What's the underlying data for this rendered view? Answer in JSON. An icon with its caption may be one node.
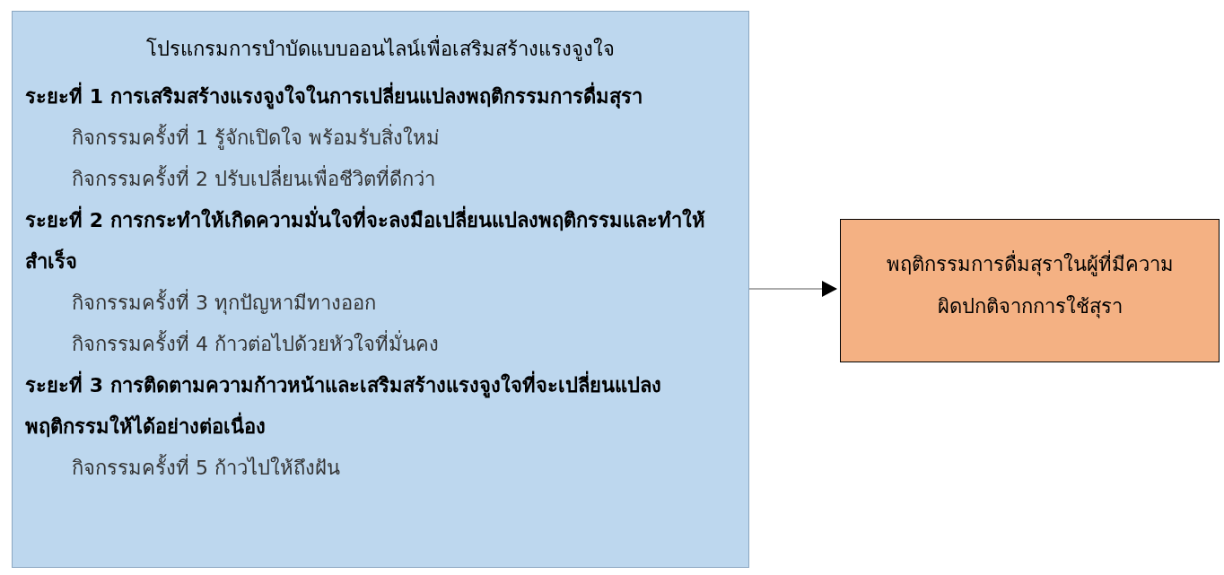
{
  "diagram": {
    "nodes": [
      {
        "text": [
          "โปรแกรมการบำบัดแบบออนไลน์เพื่อเสริมสร้างแรงจูงใจ",
          "ระยะที่ 1 การเสริมสร้างแรงจูงใจในการเปลี่ยนแปลงพฤติกรรมการดื่มสุรา",
          "กิจกรรมครั้งที่ 1 รู้จักเปิดใจ พร้อมรับสิ่งใหม่",
          "กิจกรรมครั้งที่ 2 ปรับเปลี่ยนเพื่อชีวิตที่ดีกว่า",
          "ระยะที่ 2 การกระทำให้เกิดความมั่นใจที่จะลงมือเปลี่ยนแปลงพฤติกรรมและทำให้สำเร็จ",
          "กิจกรรมครั้งที่ 3 ทุกปัญหามีทางออก",
          "กิจกรรมครั้งที่ 4 ก้าวต่อไปด้วยหัวใจที่มั่นคง",
          "ระยะที่ 3 การติดตามความก้าวหน้าและเสริมสร้างแรงจูงใจที่จะเปลี่ยนแปลงพฤติกรรมให้ได้อย่างต่อเนื่อง",
          "กิจกรรมครั้งที่ 5 ก้าวไปให้ถึงฝัน"
        ]
      },
      {
        "text": [
          "พฤติกรรมการดื่มสุราในผู้ที่มีความผิดปกติจากการใช้สุรา"
        ]
      }
    ],
    "edges": [
      {
        "from": 0,
        "to": 1,
        "arrow": "to"
      }
    ]
  }
}
